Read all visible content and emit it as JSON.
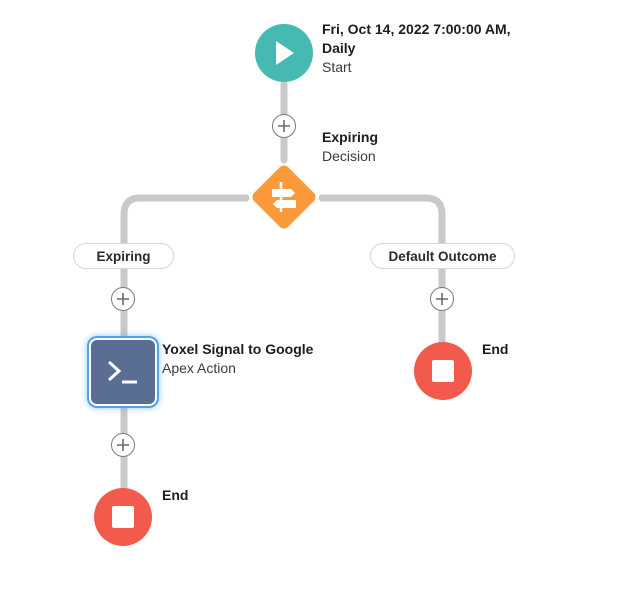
{
  "start": {
    "title": "Fri, Oct 14, 2022 7:00:00 AM, Daily",
    "subtitle": "Start"
  },
  "decision": {
    "title": "Expiring",
    "subtitle": "Decision"
  },
  "outcomes": [
    {
      "label": "Expiring"
    },
    {
      "label": "Default Outcome"
    }
  ],
  "action": {
    "title": "Yoxel Signal to Google",
    "subtitle": "Apex Action"
  },
  "end_left": {
    "label": "End"
  },
  "end_right": {
    "label": "End"
  },
  "colors": {
    "start": "#47b9b3",
    "decision": "#fb9a3a",
    "action": "#5a6e93",
    "end": "#f25b4b",
    "connector": "#c9c9c9",
    "selection": "#4fa3ea"
  },
  "icons": {
    "start": "play-icon",
    "decision": "decision-arrows-icon",
    "action": "terminal-prompt-icon",
    "end": "stop-square-icon",
    "add": "plus-circle-icon"
  }
}
